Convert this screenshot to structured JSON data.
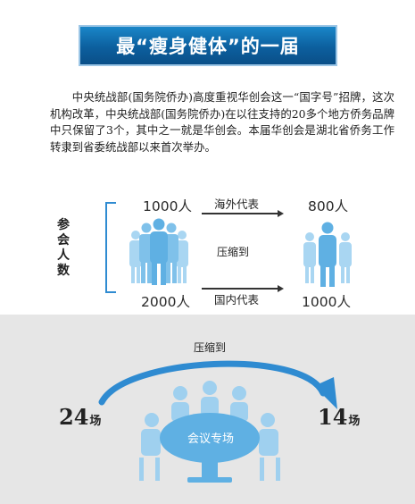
{
  "title": "最“瘦身健体”的一届",
  "intro": "中央统战部(国务院侨办)高度重视华创会这一“国字号”招牌，这次机构改革，中央统战部(国务院侨办)在以往支持的20多个地方侨务品牌中只保留了3个，其中之一就是华创会。本届华创会是湖北省侨务工作转隶到省委统战部以来首次举办。",
  "participants": {
    "side_label": [
      "参",
      "会",
      "人",
      "数"
    ],
    "overseas": {
      "category": "海外代表",
      "before": "1000人",
      "after": "800人"
    },
    "domestic": {
      "category": "国内代表",
      "before": "2000人",
      "after": "1000人"
    },
    "compress_label": "压缩到"
  },
  "sessions": {
    "compress_label": "压缩到",
    "before_number": "24",
    "after_number": "14",
    "unit": "场",
    "meeting_label": "会议专场"
  },
  "colors": {
    "accent_blue": "#2f8bd1",
    "banner_blue": "#0c5f9e",
    "icon_light_blue": "#9fd0ef",
    "panel_grey": "#e6e6e6"
  }
}
